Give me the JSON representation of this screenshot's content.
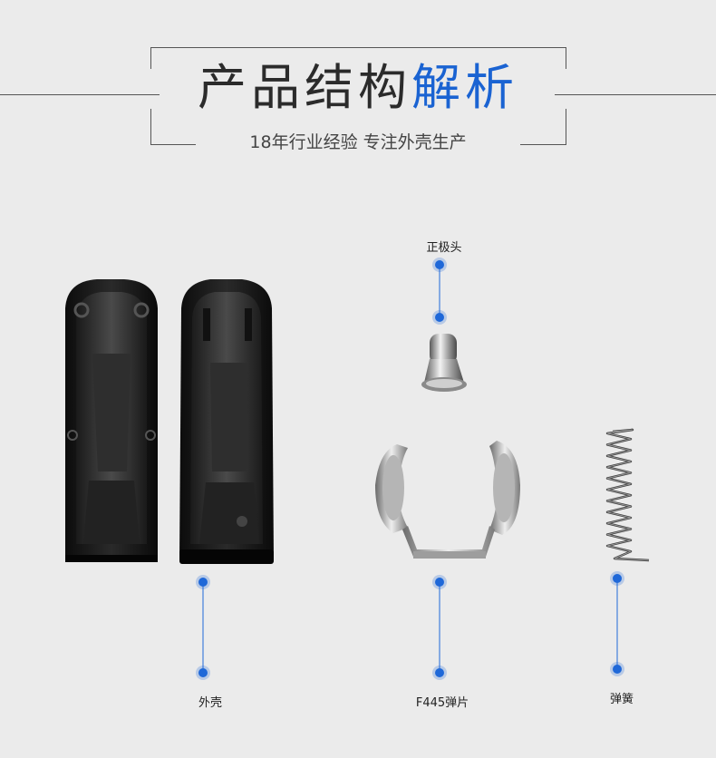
{
  "header": {
    "title_main": "产品结构",
    "title_accent": "解析",
    "subtitle": "18年行业经验 专注外壳生产",
    "accent_color": "#1a63d2"
  },
  "parts": {
    "shell": {
      "label": "外壳",
      "icon": "battery-shell-halves-image"
    },
    "positive_cap": {
      "label": "正极头",
      "icon": "positive-terminal-cap-image"
    },
    "spring_clip": {
      "label": "F445弹片",
      "icon": "spring-clip-image"
    },
    "spring": {
      "label": "弹簧",
      "icon": "coil-spring-image"
    }
  },
  "marker_color": "#1f68d8"
}
